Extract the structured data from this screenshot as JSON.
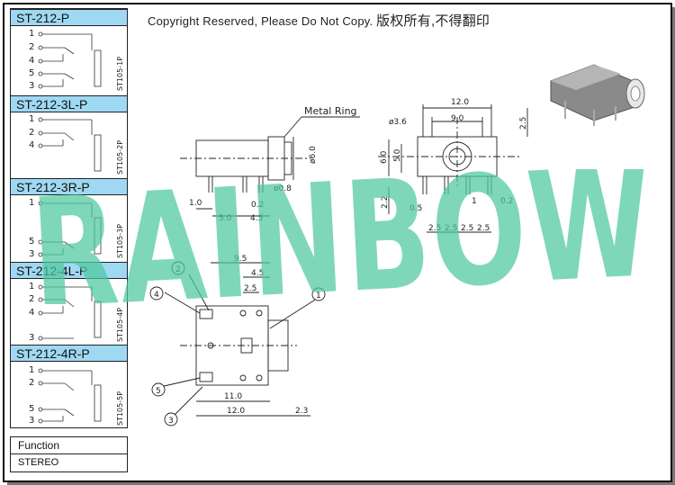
{
  "copyright": {
    "en": "Copyright Reserved, Please Do Not Copy.",
    "cn": "版权所有,不得翻印"
  },
  "watermark": "RAINBOW",
  "models": [
    {
      "name": "ST-212-P",
      "pins": [
        "1",
        "2",
        "4",
        "5",
        "3"
      ],
      "code": "ST105-1P"
    },
    {
      "name": "ST-212-3L-P",
      "pins": [
        "1",
        "2",
        "4"
      ],
      "code": "ST105-2P"
    },
    {
      "name": "ST-212-3R-P",
      "pins": [
        "1",
        "5",
        "3"
      ],
      "code": "ST105-3P"
    },
    {
      "name": "ST-212-4L-P",
      "pins": [
        "1",
        "2",
        "4",
        "3"
      ],
      "code": "ST105-4P"
    },
    {
      "name": "ST-212-4R-P",
      "pins": [
        "1",
        "2",
        "5",
        "3"
      ],
      "code": "ST105-5P"
    }
  ],
  "function_table": {
    "header": "Function",
    "value": "STEREO"
  },
  "side_view": {
    "label": "Metal Ring",
    "dims": [
      "ø6.0",
      "ø0.8",
      "1.0",
      "0.2",
      "5.0",
      "4.5"
    ]
  },
  "front_view": {
    "dims": [
      "12.0",
      "9.0",
      "2.5",
      "ø3.6",
      "6.0",
      "5.0",
      "2.2",
      "0.5",
      "1",
      "0.2",
      "2.5",
      "2.5",
      "2.5",
      "2.5"
    ]
  },
  "bottom_view": {
    "dims": [
      "9.5",
      "4.5",
      "2.5",
      "11.0",
      "12.0",
      "2.3"
    ],
    "callouts": [
      "1",
      "2",
      "3",
      "4",
      "5"
    ]
  },
  "colors": {
    "header_bg": "#9fd8f2",
    "watermark": "#4fc9a0"
  }
}
